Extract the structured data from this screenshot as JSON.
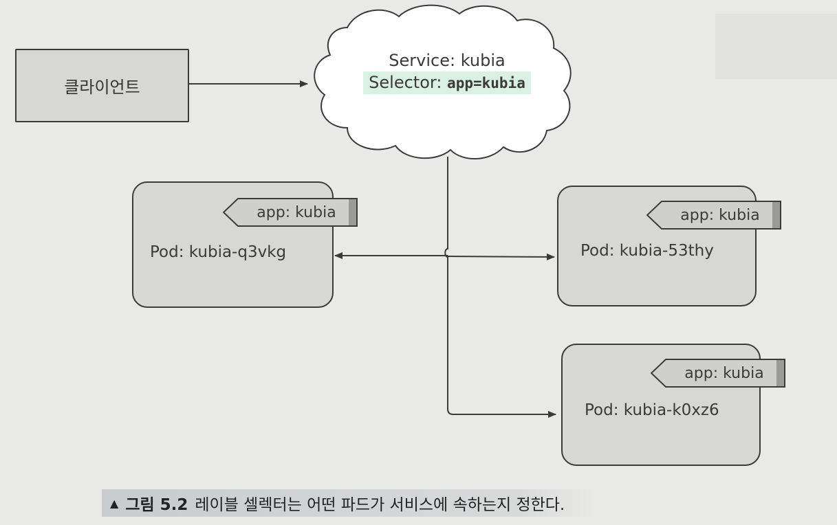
{
  "client": {
    "label": "클라이언트"
  },
  "service": {
    "name_line": "Service: kubia",
    "selector_prefix": "Selector: ",
    "selector_value": "app=kubia"
  },
  "pods": [
    {
      "name": "Pod: kubia-q3vkg",
      "label": "app: kubia"
    },
    {
      "name": "Pod: kubia-53thy",
      "label": "app: kubia"
    },
    {
      "name": "Pod: kubia-k0xz6",
      "label": "app: kubia"
    }
  ],
  "caption": {
    "marker": "▲",
    "figure": "그림 5.2",
    "text": "레이블 셀렉터는 어떤 파드가 서비스에 속하는지 정한다."
  },
  "colors": {
    "box_fill": "#d7d7d5",
    "stroke": "#3a3a3a",
    "selector_highlight": "#a8d8c0"
  }
}
